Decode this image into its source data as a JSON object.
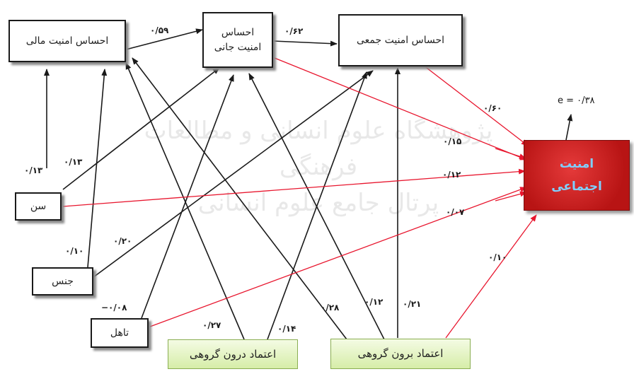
{
  "nodes": {
    "financial": "احساس امنیت مالی",
    "life_line1": "احساس",
    "life_line2": "امنیت جانی",
    "collective": "احساس امنیت جمعی",
    "social_line1": "امنیت",
    "social_line2": "اجتماعی",
    "age": "سن",
    "gender": "جنس",
    "marital": "تاهل",
    "ingroup_trust": "اعتماد درون گروهی",
    "outgroup_trust": "اعتماد برون گروهی"
  },
  "coefficients": {
    "financial_to_life": "۰/۵۹",
    "life_to_collective": "۰/۶۲",
    "collective_to_social": "۰/۶۰",
    "life_to_social": "۰/۱۵",
    "age_to_social": "۰/۱۲",
    "marital_to_social": "۰/۰۷",
    "outgroup_to_social": "۰/۱۰",
    "age_to_financial": "۰/۱۳",
    "age_to_life": "۰/۱۳",
    "gender_to_financial": "۰/۱۰",
    "gender_to_collective": "۰/۲۰",
    "marital_to_life": "−۰/۰۸",
    "ingroup_to_financial": "۰/۲۷",
    "ingroup_to_collective": "۰/۱۴",
    "outgroup_to_financial": "۰/۲۸",
    "outgroup_to_life": "۰/۱۲",
    "outgroup_to_collective": "۰/۲۱"
  },
  "error_term": "e = ۰/۳۸",
  "watermark": {
    "line1": "پژوهشگاه علوم انسانی و مطالعات فرهنگی",
    "line2": "پرتال جامع علوم انسانی"
  }
}
